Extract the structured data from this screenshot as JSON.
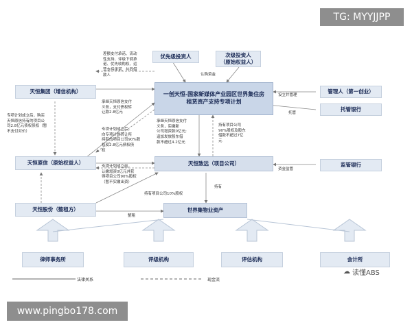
{
  "badges": {
    "tg": "TG: MYYJJPP",
    "site": "www.pingbo178.com"
  },
  "watermark": {
    "text": "读懂ABS"
  },
  "boxes": {
    "priority_investor": "优先级投资人",
    "subordinate_investor": "次级投资人\n（原始权益人）",
    "plan": "一创天恒-国家新媒体产业园区世界集住房\n租赁资产支持专项计划",
    "manager": "管理人（第一创业）",
    "custodian_bank": "托管银行",
    "tianheng_group": "天恒集团（增信机构）",
    "tianheng_yuanxin": "天恒原信（原始权益人）",
    "tianheng_zhida": "天恒致远（项目公司）",
    "regulatory_bank": "监管银行",
    "tianheng_shares": "天恒股份（整租方）",
    "world_assets": "世界集物业资产",
    "law_firm": "律师事务所",
    "rating_agency": "评级机构",
    "appraisal_agency": "评估机构",
    "accounting_firm": "会计所"
  },
  "notes": {
    "n1": "差额支付承诺、流动\n性支持、评级下调承\n诺、优先收购权、运\n营支持承诺、共同借\n款人",
    "n2": "认购资金",
    "n3": "设立并管理",
    "n4": "托管",
    "n5": "专项计划成立后，购买\n天恒原信持有的项目公\n司2.8亿元债权债权（暂\n不支付对价）",
    "n6": "承继天恒原信支付\n义务，支付债权转\n让款2.8亿元",
    "n7": "专项计划成立后，\n向专项计划转让所\n持有的项目公司90%股\n权及2.8亿元债权债\n权",
    "n8": "承继天恒原信支付\n义务，实缴新\n公司增资款0亿元;\n追加发放股东借\n款不超过4.2亿元",
    "n9": "持有项目公司\n90%股权及股东\n借款不超过7亿\n元",
    "n10": "资金监管",
    "n11": "专项计划成立前，\n认缴增资0亿元并获\n得项目公司90%股权\n（暂不实缴出资）",
    "n12": "持有项目公司10%股权",
    "n13": "持有",
    "n14": "整租"
  },
  "legend": {
    "legal_relation": "法律关系",
    "cash_flow": "现金流"
  }
}
